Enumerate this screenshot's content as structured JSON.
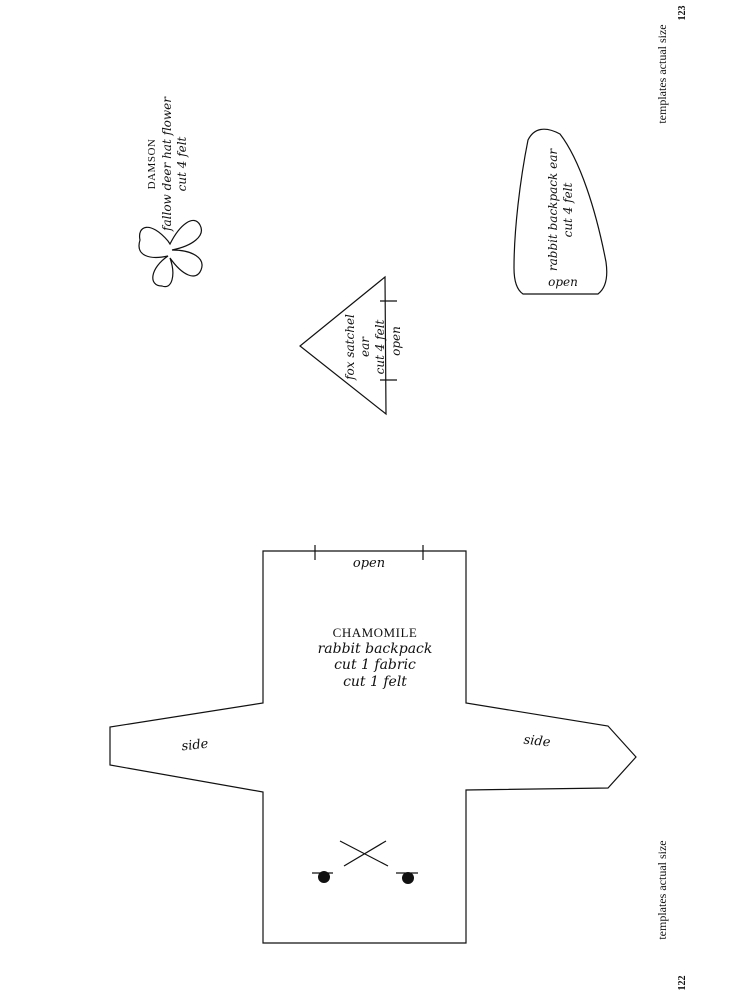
{
  "footer": {
    "right_text": "templates actual size",
    "right_page": "123",
    "left_text": "templates actual size",
    "left_page": "122"
  },
  "damson": {
    "title": "DAMSON",
    "name": "fallow deer hat flower",
    "cut": "cut 4 felt"
  },
  "rabbit_ear": {
    "name": "rabbit backpack ear",
    "cut": "cut 4 felt",
    "open": "open"
  },
  "fox_ear": {
    "line1": "fox satchel",
    "line2": "ear",
    "cut": "cut 4 felt",
    "open": "open"
  },
  "chamomile": {
    "title": "CHAMOMILE",
    "name": "rabbit backpack",
    "cut_fabric": "cut 1 fabric",
    "cut_felt": "cut 1 felt",
    "open": "open",
    "side_left": "side",
    "side_right": "side"
  }
}
